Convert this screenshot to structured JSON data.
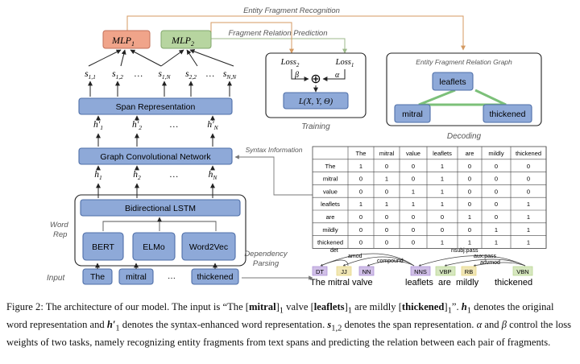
{
  "diagram": {
    "top_labels": {
      "entity_fragment_recognition": "Entity Fragment Recognition",
      "fragment_relation_prediction": "Fragment Relation Prediction"
    },
    "mlp": {
      "mlp1": "MLP",
      "mlp1_sub": "1",
      "mlp2": "MLP",
      "mlp2_sub": "2"
    },
    "span_vars": [
      {
        "base": "s",
        "sub": "1,1"
      },
      {
        "base": "s",
        "sub": "1,2"
      },
      {
        "base": "…",
        "sub": ""
      },
      {
        "base": "s",
        "sub": "1,N"
      },
      {
        "base": "s",
        "sub": "2,2"
      },
      {
        "base": "…",
        "sub": ""
      },
      {
        "base": "s",
        "sub": "N,N"
      }
    ],
    "span_representation": "Span Representation",
    "h_prime_vars": [
      {
        "base": "h′",
        "sub": "1"
      },
      {
        "base": "h′",
        "sub": "2"
      },
      {
        "base": "…",
        "sub": ""
      },
      {
        "base": "h′",
        "sub": "N"
      }
    ],
    "gcn": "Graph Convolutional Network",
    "h_vars": [
      {
        "base": "h",
        "sub": "1"
      },
      {
        "base": "h",
        "sub": "2"
      },
      {
        "base": "…",
        "sub": ""
      },
      {
        "base": "h",
        "sub": "N"
      }
    ],
    "bilstm": "Bidirectional LSTM",
    "embeddings": [
      "BERT",
      "ELMo",
      "Word2Vec"
    ],
    "word_rep": [
      "Word",
      "Rep"
    ],
    "input_label": "Input",
    "input_tokens": [
      "The",
      "mitral",
      "…",
      "thickened"
    ],
    "syntax_information": "Syntax Information",
    "dependency_parsing": [
      "Dependency",
      "Parsing"
    ],
    "training": {
      "title": "Training",
      "loss2": "Loss",
      "loss2_sub": "2",
      "loss1": "Loss",
      "loss1_sub": "1",
      "beta": "β",
      "alpha": "α",
      "plus": "⊕",
      "objective": "L(X, Y, Θ)"
    },
    "decoding": {
      "title": "Decoding",
      "graph_title": "Entity Fragment Relation Graph",
      "nodes": [
        "leaflets",
        "mitral",
        "thickened"
      ]
    },
    "adjacency": {
      "headers": [
        "The",
        "mitral",
        "value",
        "leaflets",
        "are",
        "mildly",
        "thickened"
      ],
      "rows": [
        {
          "label": "The",
          "values": [
            1,
            0,
            0,
            1,
            0,
            0,
            0
          ]
        },
        {
          "label": "mitral",
          "values": [
            0,
            1,
            0,
            1,
            0,
            0,
            0
          ]
        },
        {
          "label": "value",
          "values": [
            0,
            0,
            1,
            1,
            0,
            0,
            0
          ]
        },
        {
          "label": "leaflets",
          "values": [
            1,
            1,
            1,
            1,
            0,
            0,
            1
          ]
        },
        {
          "label": "are",
          "values": [
            0,
            0,
            0,
            0,
            1,
            0,
            1
          ]
        },
        {
          "label": "mildly",
          "values": [
            0,
            0,
            0,
            0,
            0,
            1,
            1
          ]
        },
        {
          "label": "thickened",
          "values": [
            0,
            0,
            0,
            1,
            1,
            1,
            1
          ]
        }
      ]
    },
    "dependency": {
      "tags": [
        {
          "tag": "DT",
          "color": "#a98bd4"
        },
        {
          "tag": "JJ",
          "color": "#e6d37a"
        },
        {
          "tag": "NN",
          "color": "#a98bd4"
        },
        {
          "tag": "NNS",
          "color": "#a98bd4"
        },
        {
          "tag": "VBP",
          "color": "#b5d48a"
        },
        {
          "tag": "RB",
          "color": "#e6d37a"
        },
        {
          "tag": "VBN",
          "color": "#b5d48a"
        }
      ],
      "words": [
        "The mitral valve",
        "leaflets",
        "are",
        "mildly",
        "thickened"
      ],
      "arcs": [
        "det",
        "amod",
        "compound",
        "nsubj:pass",
        "aux:pass",
        "advmod"
      ]
    }
  },
  "caption": {
    "p1": "Figure 2: The architecture of our model. The input is “The [",
    "b1": "mitral",
    "p2": "]",
    "s1": "1",
    "p3": " valve [",
    "b2": "leaflets",
    "p4": "]",
    "s2": "1",
    "p5": " are mildly [",
    "b3": "thickened",
    "p6": "]",
    "s3": "1",
    "p7": "”. ",
    "v1": "h",
    "v1s": "1",
    "p8": " denotes the original word representation and ",
    "v2": "h′",
    "v2s": "1",
    "p9": " denotes the syntax-enhanced word representation. ",
    "v3": "s",
    "v3s": "1,2",
    "p10": " denotes the span representation. ",
    "g1": "α",
    "p11": " and ",
    "g2": "β",
    "p12": " control the loss weights of two tasks, namely recognizing entity fragments from text spans and predicting the relation between each pair of fragments."
  }
}
